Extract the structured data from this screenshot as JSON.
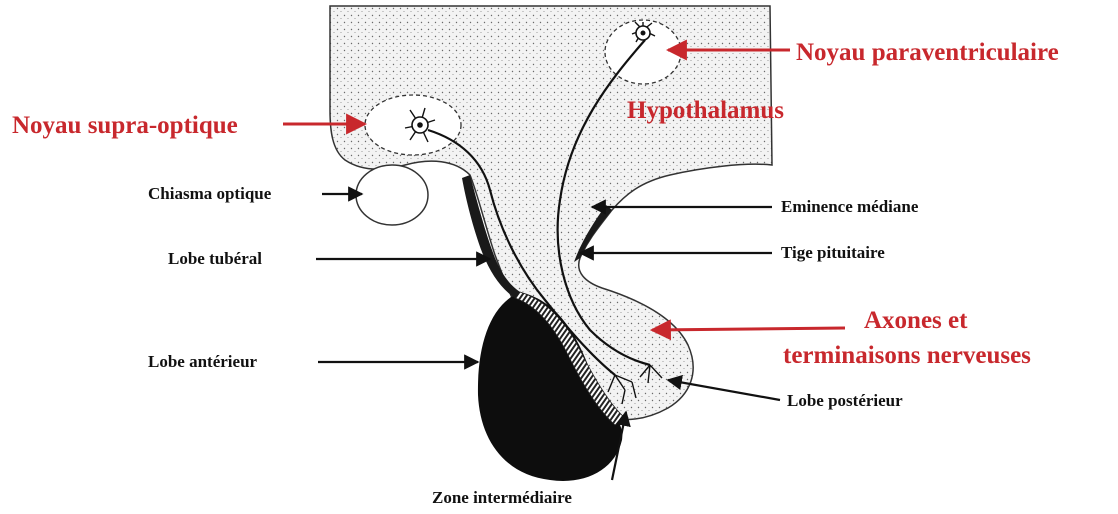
{
  "labels": {
    "paraventricular": "Noyau paraventriculaire",
    "supraoptic": "Noyau supra-optique",
    "hypothalamus": "Hypothalamus",
    "optic_chiasm": "Chiasma optique",
    "median_eminence": "Eminence médiane",
    "tuberal_lobe": "Lobe tubéral",
    "pituitary_stalk": "Tige pituitaire",
    "axons_line1": "Axones et",
    "axons_line2": "terminaisons nerveuses",
    "anterior_lobe": "Lobe antérieur",
    "posterior_lobe": "Lobe postérieur",
    "intermediate_zone": "Zone intermédiaire"
  },
  "colors": {
    "red_label": "#c8282d",
    "black_label": "#111111",
    "tissue_fill": "#f2f2f2",
    "anterior_lobe_fill": "#111111"
  }
}
